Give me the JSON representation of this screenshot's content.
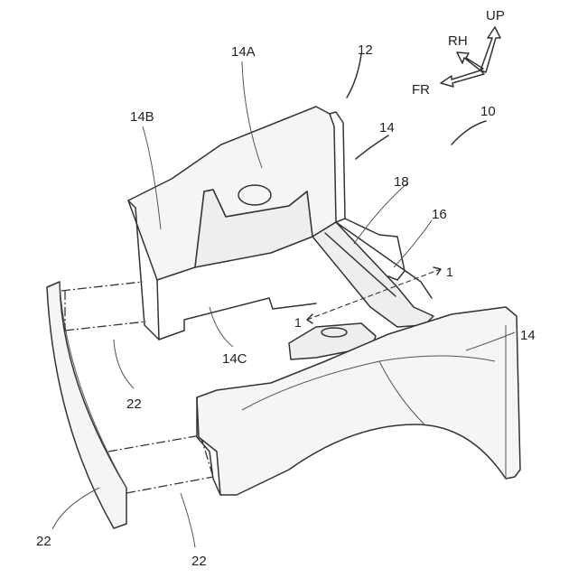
{
  "figure": {
    "labels": {
      "assembly": "10",
      "tunnel": "12",
      "rear_member_upper": "14",
      "rear_member_lower": "14",
      "part_14a": "14A",
      "part_14b": "14B",
      "part_14c": "14C",
      "crossmember": "16",
      "bracket": "18",
      "bolt_left": "22",
      "bolt_lower_left": "22",
      "bolt_lower_right": "22",
      "section_top": "1",
      "section_bottom": "1"
    },
    "direction_indicator": {
      "up": "UP",
      "rh": "RH",
      "fr": "FR"
    }
  }
}
